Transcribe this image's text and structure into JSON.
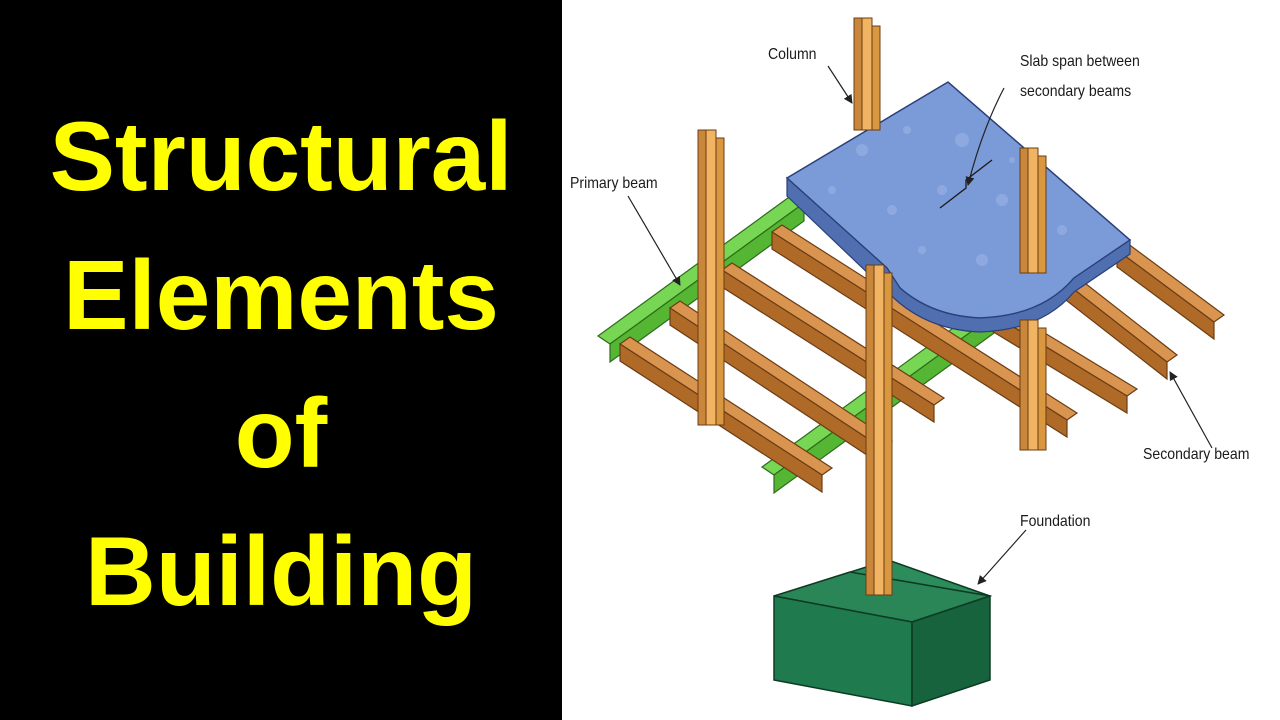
{
  "title": {
    "lines": [
      "Structural",
      "Elements",
      "of",
      "Building"
    ],
    "color": "#ffff00",
    "background": "#000000"
  },
  "diagram": {
    "labels": {
      "column": "Column",
      "slab_line1": "Slab span between",
      "slab_line2": "secondary beams",
      "primary_beam": "Primary beam",
      "secondary_beam": "Secondary beam",
      "foundation": "Foundation"
    },
    "colors": {
      "column": "#e3a24a",
      "secondary_beam": "#c07832",
      "primary_beam": "#5cc43a",
      "slab": "#6d8fd0",
      "foundation": "#1f7a4e"
    }
  }
}
